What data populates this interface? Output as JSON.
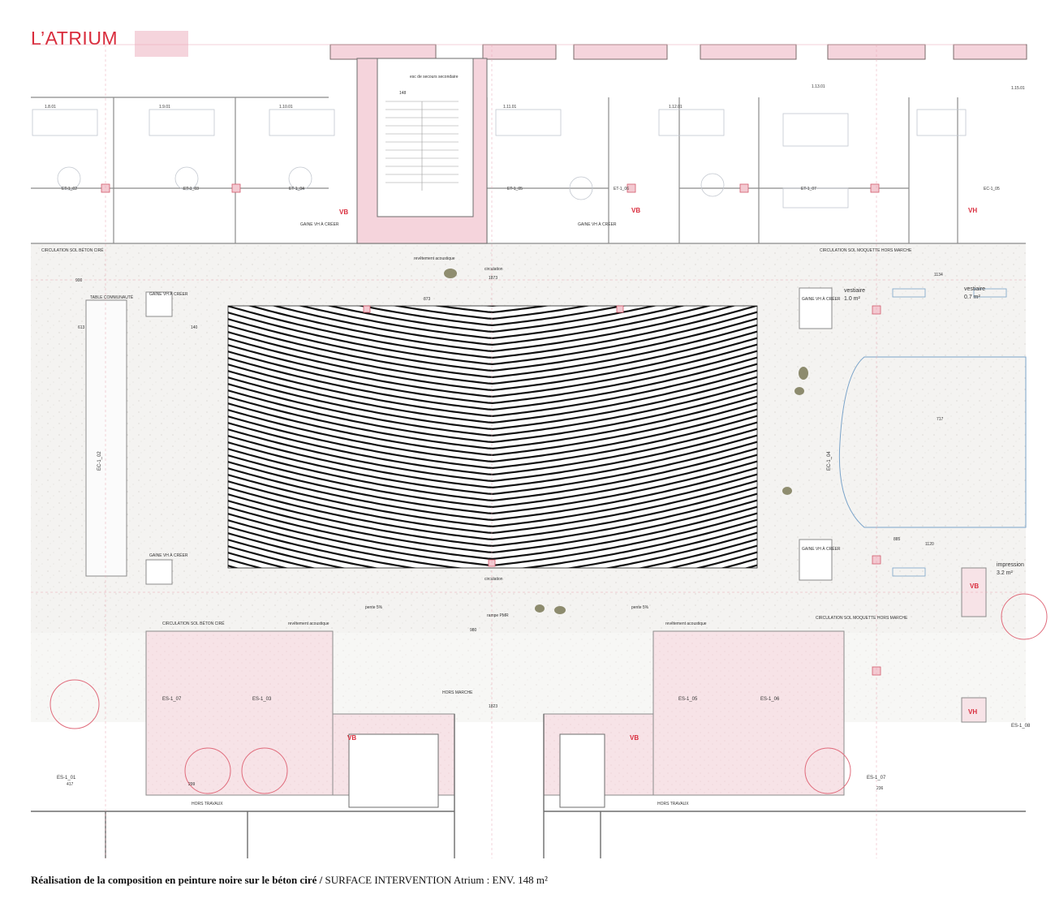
{
  "header": {
    "title": "L’ATRIUM",
    "legend_color": "#f5d4dc",
    "accent_color": "#d92c3c"
  },
  "caption": {
    "bold": "Réalisation de la composition en peinture noire sur le béton ciré /",
    "regular": " SURFACE INTERVENTION Atrium : ENV. 148 m²"
  },
  "rooms_top": [
    "1.8.01",
    "1.9.01",
    "1.10.01",
    "1.11.01",
    "1.12.01",
    "1.13.01",
    "1.15.01"
  ],
  "offices": [
    "ET-1_02",
    "ET-1_03",
    "ET-1_04",
    "ET-1_05",
    "ET-1_06",
    "ET-1_07",
    "EC-1_05"
  ],
  "zones": {
    "ec102": "EC-1_02",
    "ec104": "EC-1_04",
    "es107": "ES-1_07",
    "es103": "ES-1_03",
    "es105": "ES-1_05",
    "es106": "ES-1_06",
    "es101": "ES-1_01",
    "es107b": "ES-1_07",
    "es108": "ES-1_08"
  },
  "stair_label": "esc de secours secondaire",
  "circulation": "circulation",
  "vb": "VB",
  "vh": "VH",
  "gaine_vh": "GAINE VH À CRÉER",
  "circ_beton": "CIRCULATION SOL BÉTON CIRÉ",
  "circ_moquette": "CIRCULATION SOL MOQUETTE HORS MARCHE",
  "table": "TABLE COMMUNAUTÉ",
  "vestiaire": "vestiaire",
  "vestiaire_area": "1.0 m²",
  "vestiaire2_area": "0.7 m²",
  "impression": "impression",
  "impression_area": "3.2 m²",
  "hors_travaux": "HORS TRAVAUX",
  "hors_marche": "HORS MARCHE",
  "rampe": "rampe PMR",
  "pente": "pente 5%",
  "revetement": "revêtement acoustique",
  "dims": [
    "900",
    "1873",
    "613",
    "140",
    "873",
    "1134",
    "717",
    "885",
    "1120",
    "980",
    "1823",
    "299",
    "236",
    "417",
    "148"
  ]
}
